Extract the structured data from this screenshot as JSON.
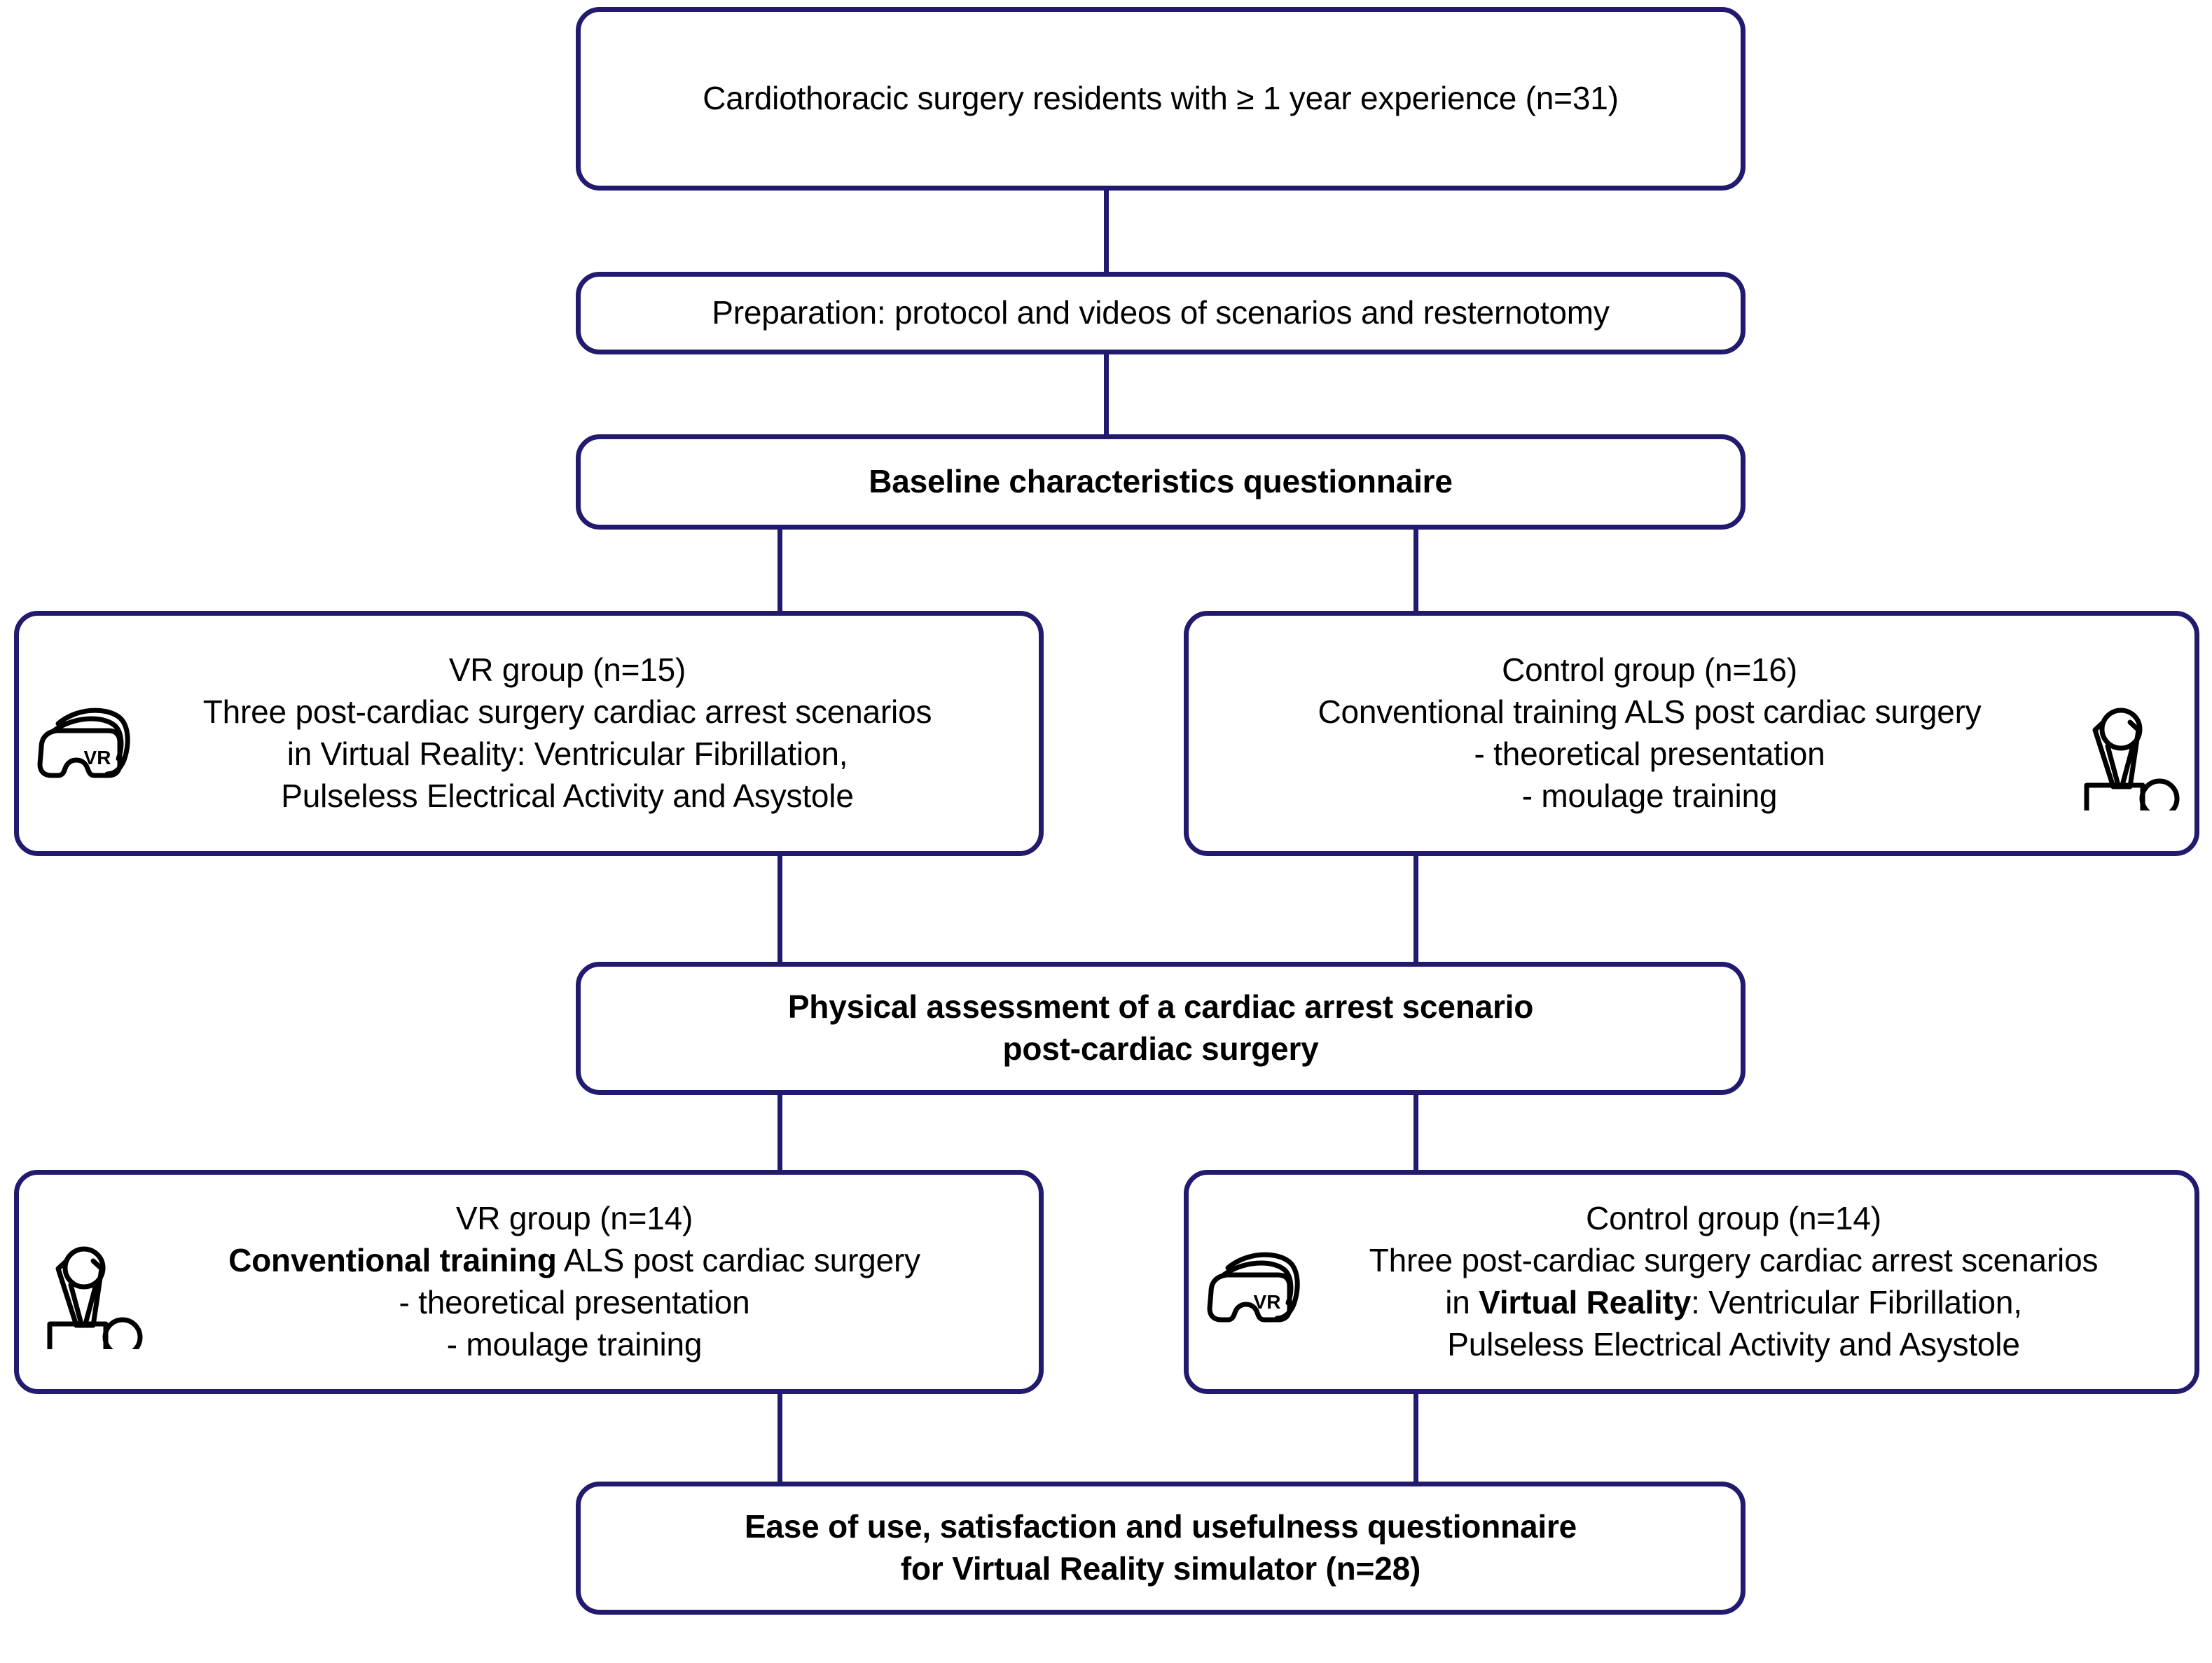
{
  "diagram": {
    "title": "Study flow diagram: VR versus conventional ALS training for cardiothoracic surgery residents",
    "accent_color": "#211a6e",
    "text_color": "#000000",
    "background_color": "#ffffff"
  },
  "nodes": {
    "enrollment": {
      "id": "enrollment",
      "lines": [
        "Cardiothoracic surgery residents with ≥ 1 year experience (n=31)"
      ],
      "bold_lines": [
        false
      ],
      "icon": null
    },
    "preparation": {
      "id": "preparation",
      "lines": [
        "Preparation: protocol and videos of scenarios and resternotomy"
      ],
      "bold_lines": [
        false
      ],
      "icon": null
    },
    "baseline": {
      "id": "baseline",
      "lines": [
        "Baseline characteristics questionnaire"
      ],
      "bold_lines": [
        true
      ],
      "icon": null
    },
    "vr_group_phase1": {
      "id": "vr-group-phase1",
      "heading": "VR group (n=15)",
      "lines": [
        "Three post-cardiac surgery cardiac arrest scenarios",
        "in Virtual Reality: Ventricular Fibrillation,",
        "Pulseless Electrical Activity and Asystole"
      ],
      "icon": "vr-headset-icon",
      "icon_label": "VR",
      "icon_side": "left"
    },
    "control_group_phase1": {
      "id": "control-group-phase1",
      "heading": "Control group (n=16)",
      "lines": [
        "Conventional training ALS post cardiac surgery",
        "- theoretical presentation",
        "- moulage training"
      ],
      "icon": "cpr-manikin-icon",
      "icon_side": "right"
    },
    "assessment": {
      "id": "assessment",
      "lines": [
        "Physical assessment of a cardiac arrest scenario",
        "post-cardiac surgery"
      ],
      "bold_lines": [
        true,
        true
      ],
      "icon": null
    },
    "vr_group_phase2": {
      "id": "vr-group-phase2",
      "heading": "VR group (n=14)",
      "lines_rich": [
        {
          "bold_prefix": "Conventional training",
          "rest": " ALS post cardiac surgery"
        },
        {
          "bold_prefix": "",
          "rest": "- theoretical presentation"
        },
        {
          "bold_prefix": "",
          "rest": "- moulage training"
        }
      ],
      "icon": "cpr-manikin-icon",
      "icon_side": "left"
    },
    "control_group_phase2": {
      "id": "control-group-phase2",
      "heading": "Control group (n=14)",
      "lines_rich": [
        {
          "bold_prefix": "",
          "rest": "Three post-cardiac surgery cardiac arrest scenarios"
        },
        {
          "bold_prefix": "",
          "rest": "in ",
          "bold_mid": "Virtual Reality",
          "tail": ": Ventricular Fibrillation,"
        },
        {
          "bold_prefix": "",
          "rest": "Pulseless Electrical Activity and Asystole"
        }
      ],
      "icon": "vr-headset-icon",
      "icon_label": "VR",
      "icon_side": "left"
    },
    "final_questionnaire": {
      "id": "final-questionnaire",
      "lines": [
        "Ease of use, satisfaction and usefulness questionnaire",
        "for Virtual Reality simulator (n=28)"
      ],
      "bold_lines": [
        true,
        true
      ],
      "icon": null
    }
  },
  "text": {
    "enrollment_line1": "Cardiothoracic surgery residents with ≥ 1 year experience (n=31)",
    "preparation_line1": "Preparation: protocol and videos of scenarios and resternotomy",
    "baseline_line1": "Baseline characteristics questionnaire",
    "vr1_heading": "VR group (n=15)",
    "vr1_line1": "Three post-cardiac surgery cardiac arrest scenarios",
    "vr1_line2": "in Virtual Reality: Ventricular Fibrillation,",
    "vr1_line3": "Pulseless Electrical Activity and Asystole",
    "ctrl1_heading": "Control group (n=16)",
    "ctrl1_line1": "Conventional training ALS post cardiac surgery",
    "ctrl1_line2": "- theoretical presentation",
    "ctrl1_line3": "- moulage training",
    "assessment_line1": "Physical assessment of a cardiac arrest scenario",
    "assessment_line2": "post-cardiac surgery",
    "vr2_heading": "VR group (n=14)",
    "vr2_line1_bold": "Conventional training",
    "vr2_line1_rest": " ALS post cardiac surgery",
    "vr2_line2": "- theoretical presentation",
    "vr2_line3": "- moulage training",
    "ctrl2_heading": "Control group (n=14)",
    "ctrl2_line1": "Three post-cardiac surgery cardiac arrest scenarios",
    "ctrl2_line2_pre": "in ",
    "ctrl2_line2_bold": "Virtual Reality",
    "ctrl2_line2_post": ": Ventricular Fibrillation,",
    "ctrl2_line3": "Pulseless Electrical Activity and Asystole",
    "final_line1": "Ease of use, satisfaction and usefulness questionnaire",
    "final_line2": "for Virtual Reality simulator (n=28)",
    "vr_icon_label": "VR"
  },
  "icons": {
    "vr_headset": "vr-headset-icon",
    "cpr_manikin": "cpr-manikin-icon"
  }
}
